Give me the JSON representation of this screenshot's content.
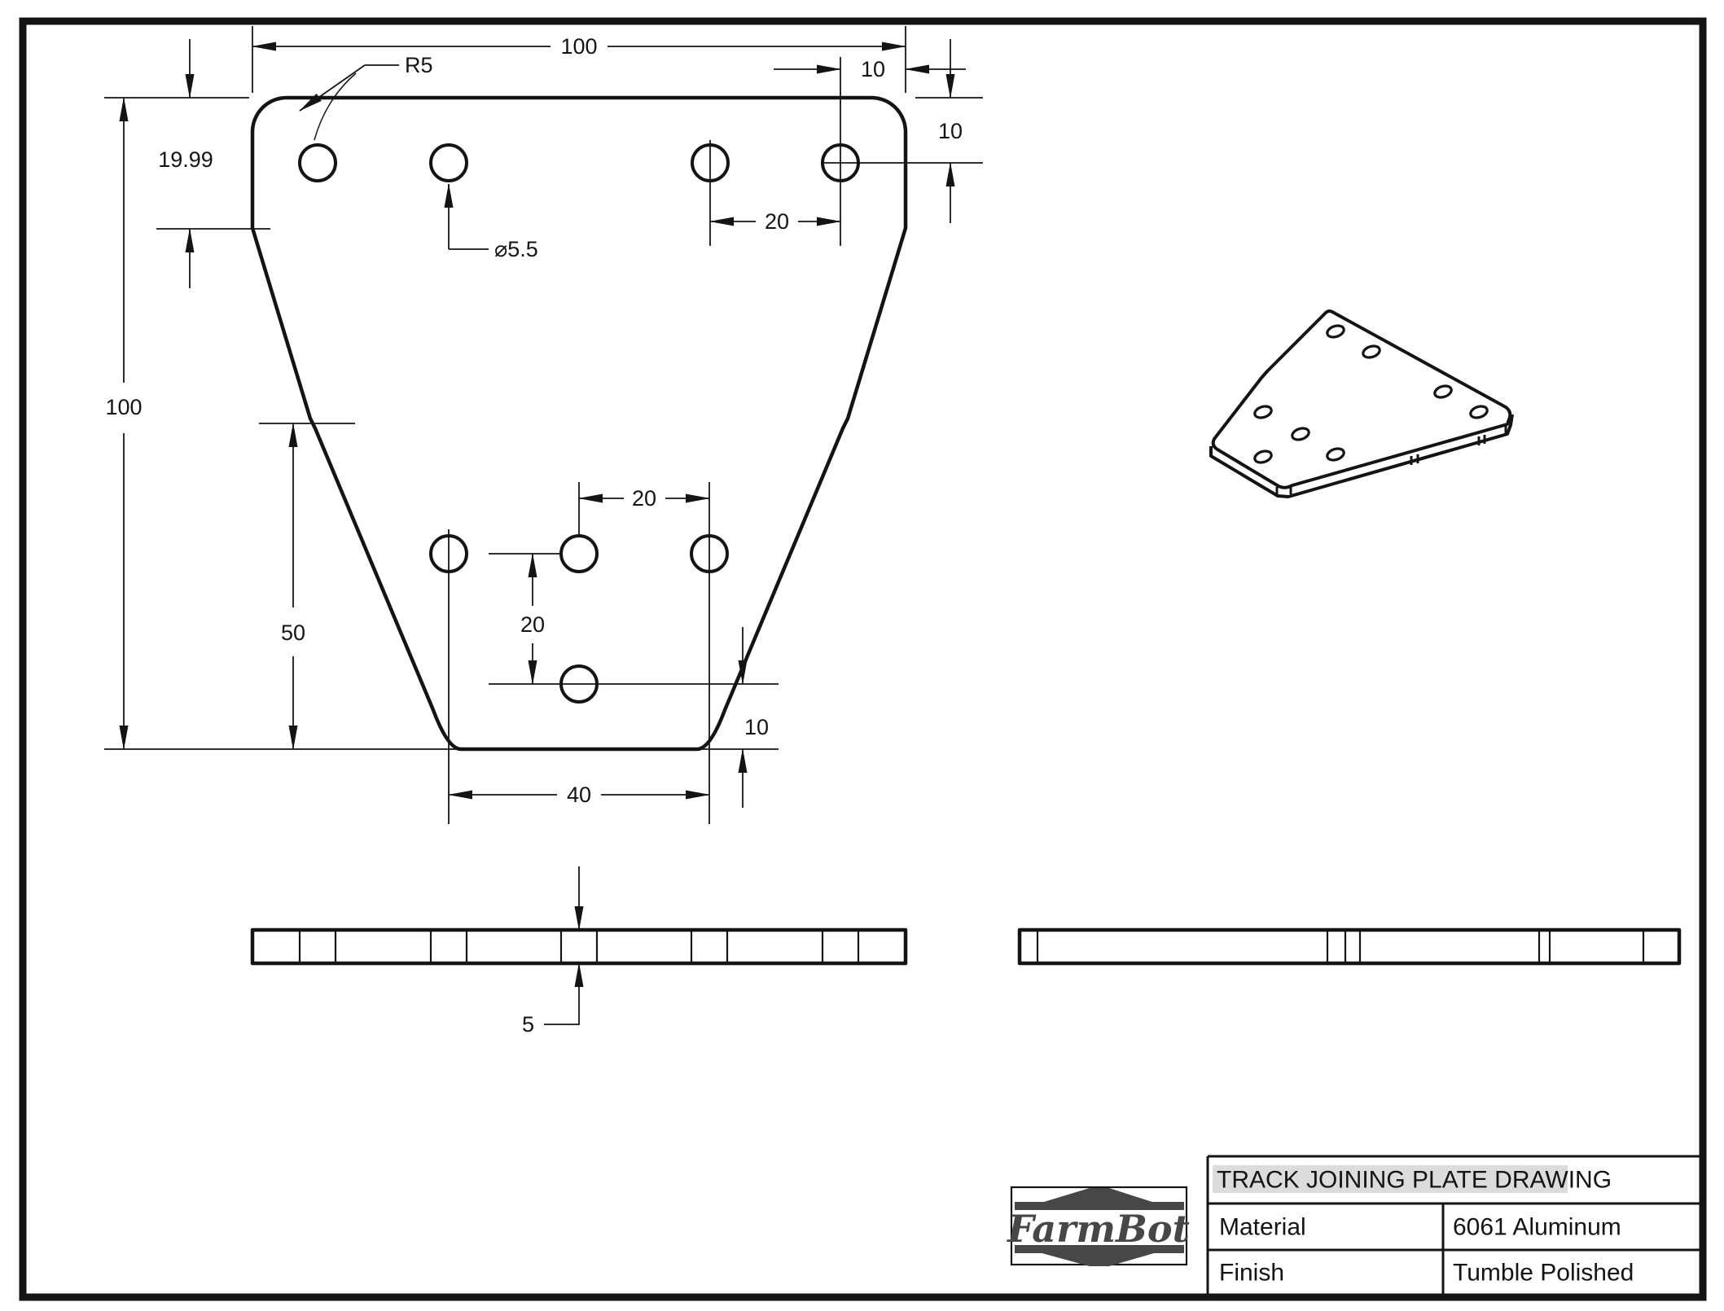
{
  "title_block": {
    "title": "TRACK JOINING PLATE DRAWING",
    "material_label": "Material",
    "material_value": "6061 Aluminum",
    "finish_label": "Finish",
    "finish_value": "Tumble Polished"
  },
  "logo": {
    "text": "FarmBot"
  },
  "dimensions": {
    "overall_width": "100",
    "overall_height": "100",
    "top_section_height": "19.99",
    "lower_section_height": "50",
    "corner_radius": "R5",
    "hole_diameter": "⌀5.5",
    "top_hole_edge_offset": "10",
    "top_hole_vertical_offset": "10",
    "top_hole_spacing": "20",
    "mid_hole_spacing_horizontal": "20",
    "mid_hole_spacing_vertical": "20",
    "bottom_width": "40",
    "bottom_hole_offset": "10",
    "thickness": "5"
  },
  "colors": {
    "ink": "#141414",
    "paper": "#ffffff",
    "title_highlight": "#dcdcdc",
    "logo_gray": "#474747"
  }
}
